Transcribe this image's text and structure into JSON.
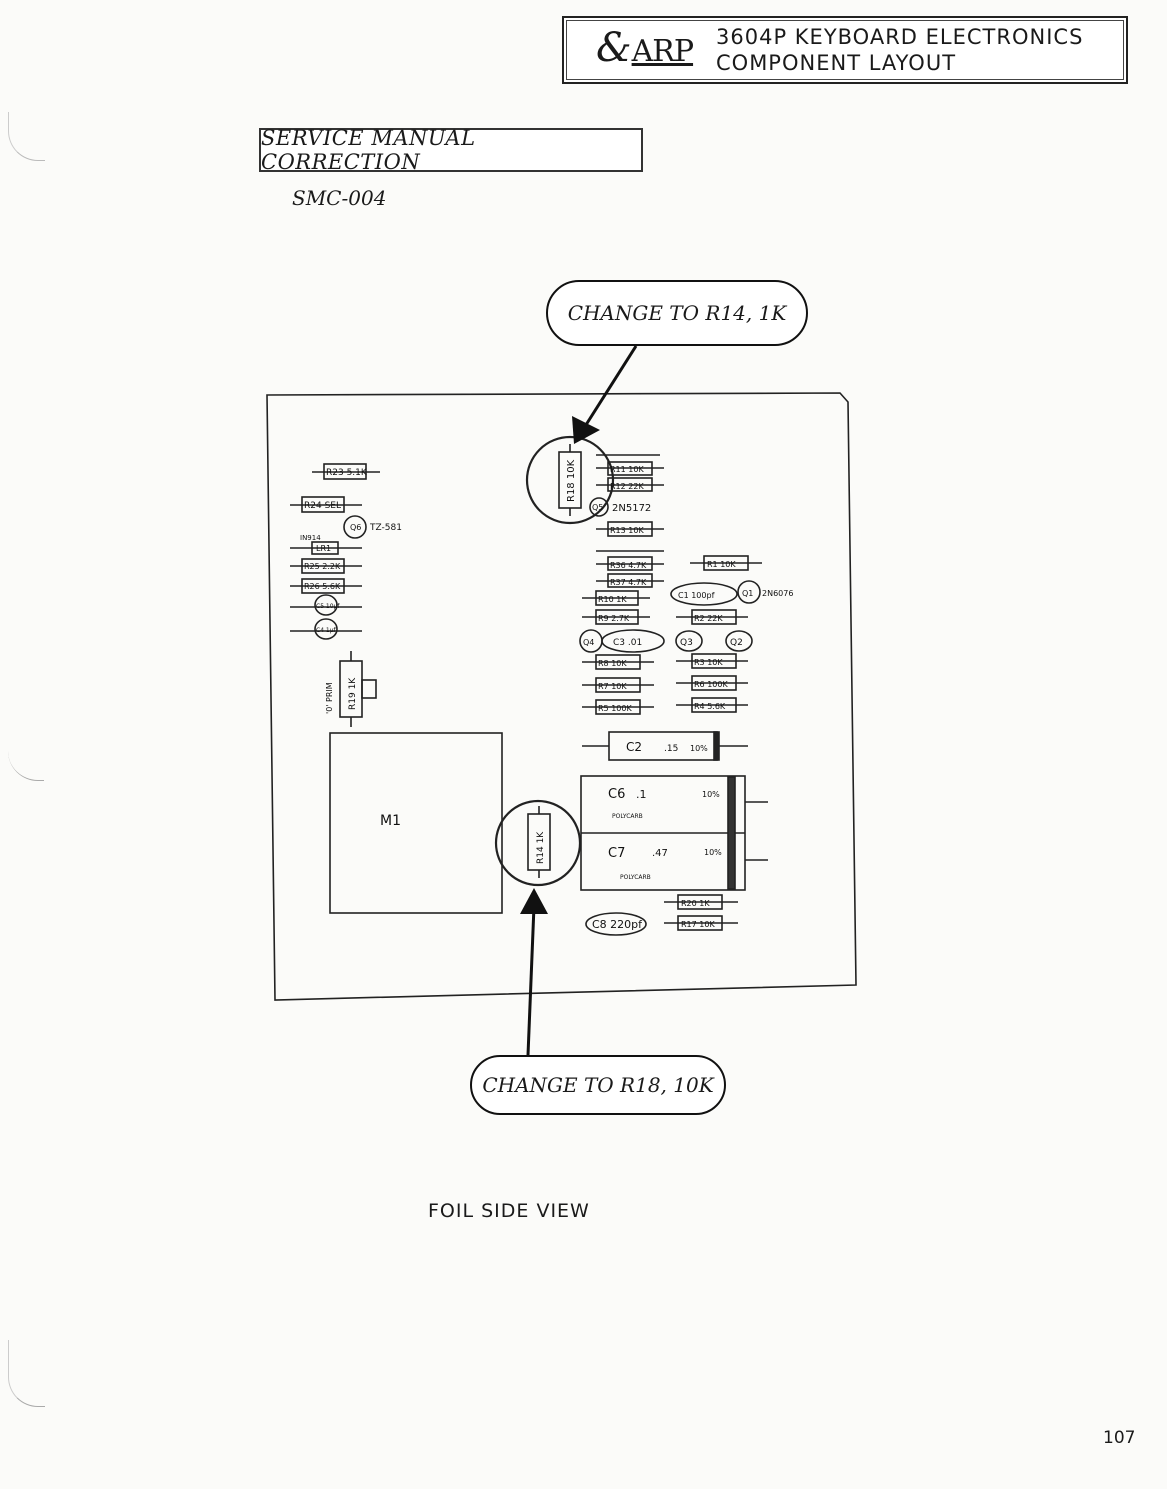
{
  "header": {
    "logo": "ARP",
    "title_line1": "3604P KEYBOARD ELECTRONICS",
    "title_line2": "COMPONENT LAYOUT"
  },
  "correction": {
    "label": "SERVICE MANUAL CORRECTION",
    "number": "SMC-004"
  },
  "callouts": {
    "top": "CHANGE TO R14, 1K",
    "bottom": "CHANGE TO R18, 10K"
  },
  "board": {
    "left_parts": [
      "R23 5.1K",
      "R24 SEL",
      "Q6",
      "TZ-581",
      "IN914",
      "LR1",
      "R25 2.2K",
      "R26 5.6K",
      "C5 10μf",
      "C4 1μf",
      "'0' PRIM",
      "R19 1K"
    ],
    "upper_parts": [
      "R18 10K",
      "R11 10K",
      "R12 22K",
      "Q5",
      "2N5172",
      "R13 10K",
      "R36 4.7K",
      "R37 4.7K",
      "R10 1K",
      "R9 2.7K",
      "R1 10K",
      "C1 100pf",
      "Q1",
      "2N6076",
      "R2 22K",
      "Q4",
      "C3 .01",
      "Q3",
      "Q2",
      "R8 10K",
      "R7 10K",
      "R5 100K",
      "R3 10K",
      "R6 100K",
      "R4 5.6K"
    ],
    "capacitors": {
      "c2": "C2",
      "c2_val": ".15",
      "c2_tol": "10%",
      "c6": "C6",
      "c6_val": ".1",
      "c6_tol": "10%",
      "c6_type": "POLYCARB",
      "c7": "C7",
      "c7_val": ".47",
      "c7_tol": "10%",
      "c7_type": "POLYCARB"
    },
    "lower_parts": [
      "R14 1K",
      "R20 1K",
      "R17 10K",
      "C8 220pf"
    ],
    "meter": "M1"
  },
  "footer": {
    "view_label": "FOIL SIDE VIEW",
    "page_number": "107"
  }
}
